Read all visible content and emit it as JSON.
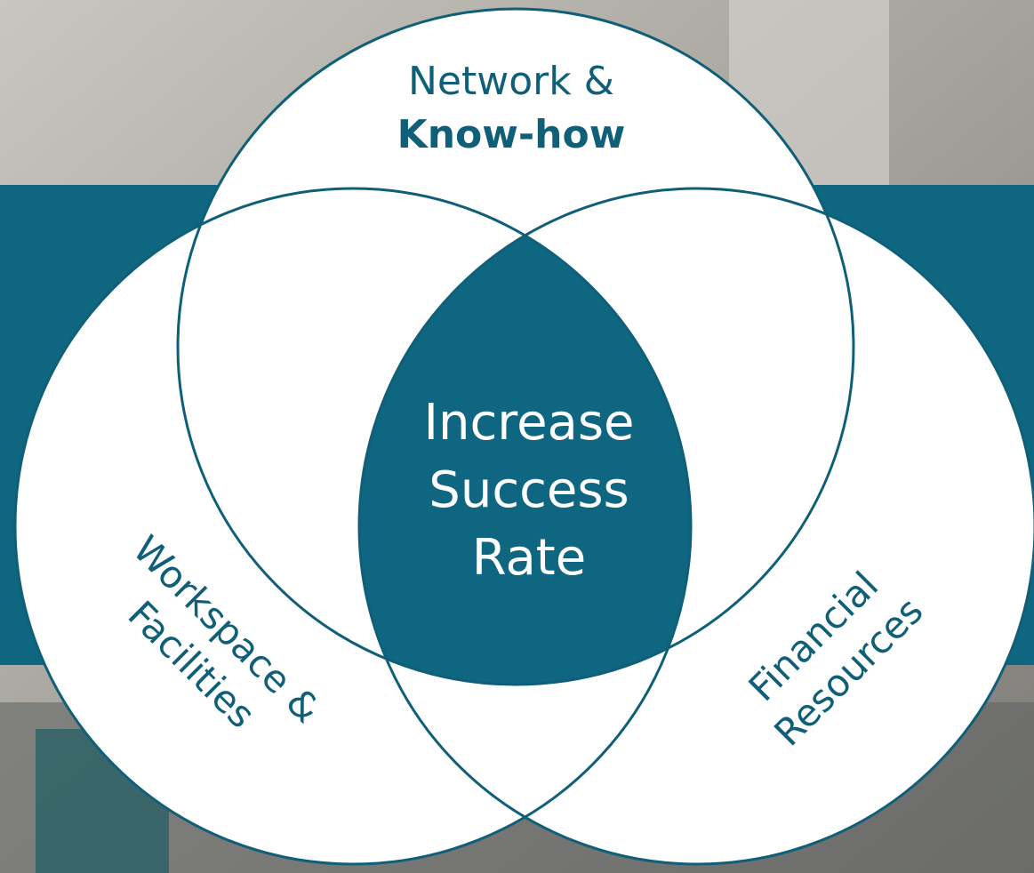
{
  "diagram": {
    "type": "venn",
    "colors": {
      "teal": "#0e6680",
      "circle_fill": "#ffffff",
      "circle_stroke": "#0f5f78",
      "label_text": "#0f5f78",
      "center_text": "#ffffff"
    },
    "top_circle": {
      "line1": "Network &",
      "line2": "Know-how"
    },
    "left_circle": {
      "line1": "Workspace &",
      "line2": "Facilities"
    },
    "right_circle": {
      "line1": "Financial",
      "line2": "Resources"
    },
    "center": {
      "line1": "Increase",
      "line2": "Success",
      "line3": "Rate"
    }
  }
}
